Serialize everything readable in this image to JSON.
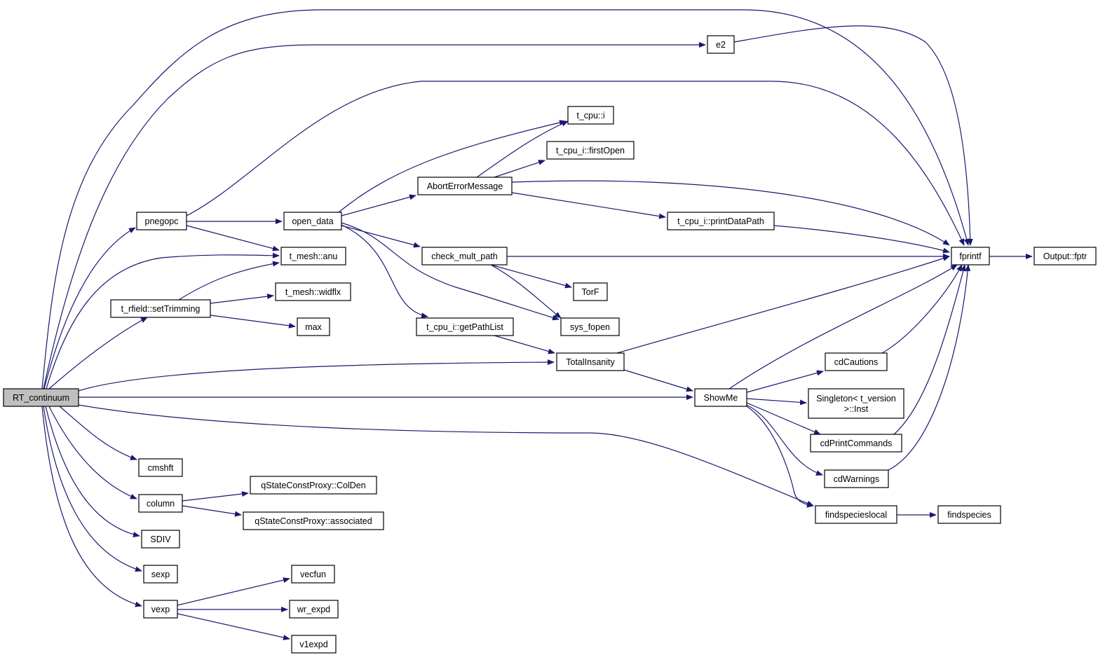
{
  "graph": {
    "colors": {
      "edge": "#191970",
      "root_fill": "#bfbfbf",
      "node_fill": "#ffffff",
      "border": "#000000"
    },
    "nodes": [
      {
        "id": "rt_continuum",
        "lines": [
          "RT_continuum"
        ],
        "root": true
      },
      {
        "id": "e2",
        "lines": [
          "e2"
        ]
      },
      {
        "id": "pnegopc",
        "lines": [
          "pnegopc"
        ]
      },
      {
        "id": "t_mesh_anu",
        "lines": [
          "t_mesh::anu"
        ]
      },
      {
        "id": "t_rfield_settrimming",
        "lines": [
          "t_rfield::setTrimming"
        ]
      },
      {
        "id": "t_mesh_widflx",
        "lines": [
          "t_mesh::widflx"
        ]
      },
      {
        "id": "max",
        "lines": [
          "max"
        ]
      },
      {
        "id": "open_data",
        "lines": [
          "open_data"
        ]
      },
      {
        "id": "t_cpu_i",
        "lines": [
          "t_cpu::i"
        ]
      },
      {
        "id": "t_cpu_i_firstopen",
        "lines": [
          "t_cpu_i::firstOpen"
        ]
      },
      {
        "id": "aborterrormessage",
        "lines": [
          "AbortErrorMessage"
        ]
      },
      {
        "id": "t_cpu_i_printdatapath",
        "lines": [
          "t_cpu_i::printDataPath"
        ]
      },
      {
        "id": "check_mult_path",
        "lines": [
          "check_mult_path"
        ]
      },
      {
        "id": "torf",
        "lines": [
          "TorF"
        ]
      },
      {
        "id": "sys_fopen",
        "lines": [
          "sys_fopen"
        ]
      },
      {
        "id": "t_cpu_i_getpathlist",
        "lines": [
          "t_cpu_i::getPathList"
        ]
      },
      {
        "id": "totalinsanity",
        "lines": [
          "TotalInsanity"
        ]
      },
      {
        "id": "showme",
        "lines": [
          "ShowMe"
        ]
      },
      {
        "id": "fprintf",
        "lines": [
          "fprintf"
        ]
      },
      {
        "id": "output_fptr",
        "lines": [
          "Output::fptr"
        ]
      },
      {
        "id": "cdcautions",
        "lines": [
          "cdCautions"
        ]
      },
      {
        "id": "singleton_inst",
        "lines": [
          "Singleton< t_version",
          ">::Inst"
        ]
      },
      {
        "id": "cdprintcommands",
        "lines": [
          "cdPrintCommands"
        ]
      },
      {
        "id": "cdwarnings",
        "lines": [
          "cdWarnings"
        ]
      },
      {
        "id": "findspecieslocal",
        "lines": [
          "findspecieslocal"
        ]
      },
      {
        "id": "findspecies",
        "lines": [
          "findspecies"
        ]
      },
      {
        "id": "cmshft",
        "lines": [
          "cmshft"
        ]
      },
      {
        "id": "column",
        "lines": [
          "column"
        ]
      },
      {
        "id": "qstate_colden",
        "lines": [
          "qStateConstProxy::ColDen"
        ]
      },
      {
        "id": "qstate_associated",
        "lines": [
          "qStateConstProxy::associated"
        ]
      },
      {
        "id": "sdiv",
        "lines": [
          "SDIV"
        ]
      },
      {
        "id": "sexp",
        "lines": [
          "sexp"
        ]
      },
      {
        "id": "vexp",
        "lines": [
          "vexp"
        ]
      },
      {
        "id": "vecfun",
        "lines": [
          "vecfun"
        ]
      },
      {
        "id": "wr_expd",
        "lines": [
          "wr_expd"
        ]
      },
      {
        "id": "v1expd",
        "lines": [
          "v1expd"
        ]
      }
    ],
    "edges": [
      {
        "from": "rt_continuum",
        "to": "fprintf"
      },
      {
        "from": "rt_continuum",
        "to": "e2"
      },
      {
        "from": "rt_continuum",
        "to": "pnegopc"
      },
      {
        "from": "rt_continuum",
        "to": "t_mesh_anu"
      },
      {
        "from": "rt_continuum",
        "to": "t_rfield_settrimming"
      },
      {
        "from": "rt_continuum",
        "to": "totalinsanity"
      },
      {
        "from": "rt_continuum",
        "to": "showme"
      },
      {
        "from": "rt_continuum",
        "to": "findspecieslocal"
      },
      {
        "from": "rt_continuum",
        "to": "cmshft"
      },
      {
        "from": "rt_continuum",
        "to": "column"
      },
      {
        "from": "rt_continuum",
        "to": "sdiv"
      },
      {
        "from": "rt_continuum",
        "to": "sexp"
      },
      {
        "from": "rt_continuum",
        "to": "vexp"
      },
      {
        "from": "e2",
        "to": "fprintf"
      },
      {
        "from": "pnegopc",
        "to": "fprintf"
      },
      {
        "from": "pnegopc",
        "to": "open_data"
      },
      {
        "from": "pnegopc",
        "to": "t_mesh_anu"
      },
      {
        "from": "t_rfield_settrimming",
        "to": "t_mesh_anu"
      },
      {
        "from": "t_rfield_settrimming",
        "to": "t_mesh_widflx"
      },
      {
        "from": "t_rfield_settrimming",
        "to": "max"
      },
      {
        "from": "open_data",
        "to": "t_cpu_i"
      },
      {
        "from": "open_data",
        "to": "aborterrormessage"
      },
      {
        "from": "open_data",
        "to": "check_mult_path"
      },
      {
        "from": "open_data",
        "to": "t_cpu_i_getpathlist"
      },
      {
        "from": "open_data",
        "to": "sys_fopen"
      },
      {
        "from": "aborterrormessage",
        "to": "t_cpu_i"
      },
      {
        "from": "aborterrormessage",
        "to": "t_cpu_i_firstopen"
      },
      {
        "from": "aborterrormessage",
        "to": "fprintf"
      },
      {
        "from": "aborterrormessage",
        "to": "t_cpu_i_printdatapath"
      },
      {
        "from": "t_cpu_i_printdatapath",
        "to": "fprintf"
      },
      {
        "from": "check_mult_path",
        "to": "fprintf"
      },
      {
        "from": "check_mult_path",
        "to": "torf"
      },
      {
        "from": "check_mult_path",
        "to": "sys_fopen"
      },
      {
        "from": "t_cpu_i_getpathlist",
        "to": "totalinsanity"
      },
      {
        "from": "totalinsanity",
        "to": "fprintf"
      },
      {
        "from": "totalinsanity",
        "to": "showme"
      },
      {
        "from": "showme",
        "to": "fprintf"
      },
      {
        "from": "showme",
        "to": "cdcautions"
      },
      {
        "from": "showme",
        "to": "singleton_inst"
      },
      {
        "from": "showme",
        "to": "cdprintcommands"
      },
      {
        "from": "showme",
        "to": "cdwarnings"
      },
      {
        "from": "showme",
        "to": "findspecieslocal"
      },
      {
        "from": "fprintf",
        "to": "output_fptr"
      },
      {
        "from": "cdcautions",
        "to": "fprintf"
      },
      {
        "from": "cdprintcommands",
        "to": "fprintf"
      },
      {
        "from": "cdwarnings",
        "to": "fprintf"
      },
      {
        "from": "findspecieslocal",
        "to": "findspecies"
      },
      {
        "from": "column",
        "to": "qstate_colden"
      },
      {
        "from": "column",
        "to": "qstate_associated"
      },
      {
        "from": "vexp",
        "to": "vecfun"
      },
      {
        "from": "vexp",
        "to": "wr_expd"
      },
      {
        "from": "vexp",
        "to": "v1expd"
      }
    ]
  }
}
